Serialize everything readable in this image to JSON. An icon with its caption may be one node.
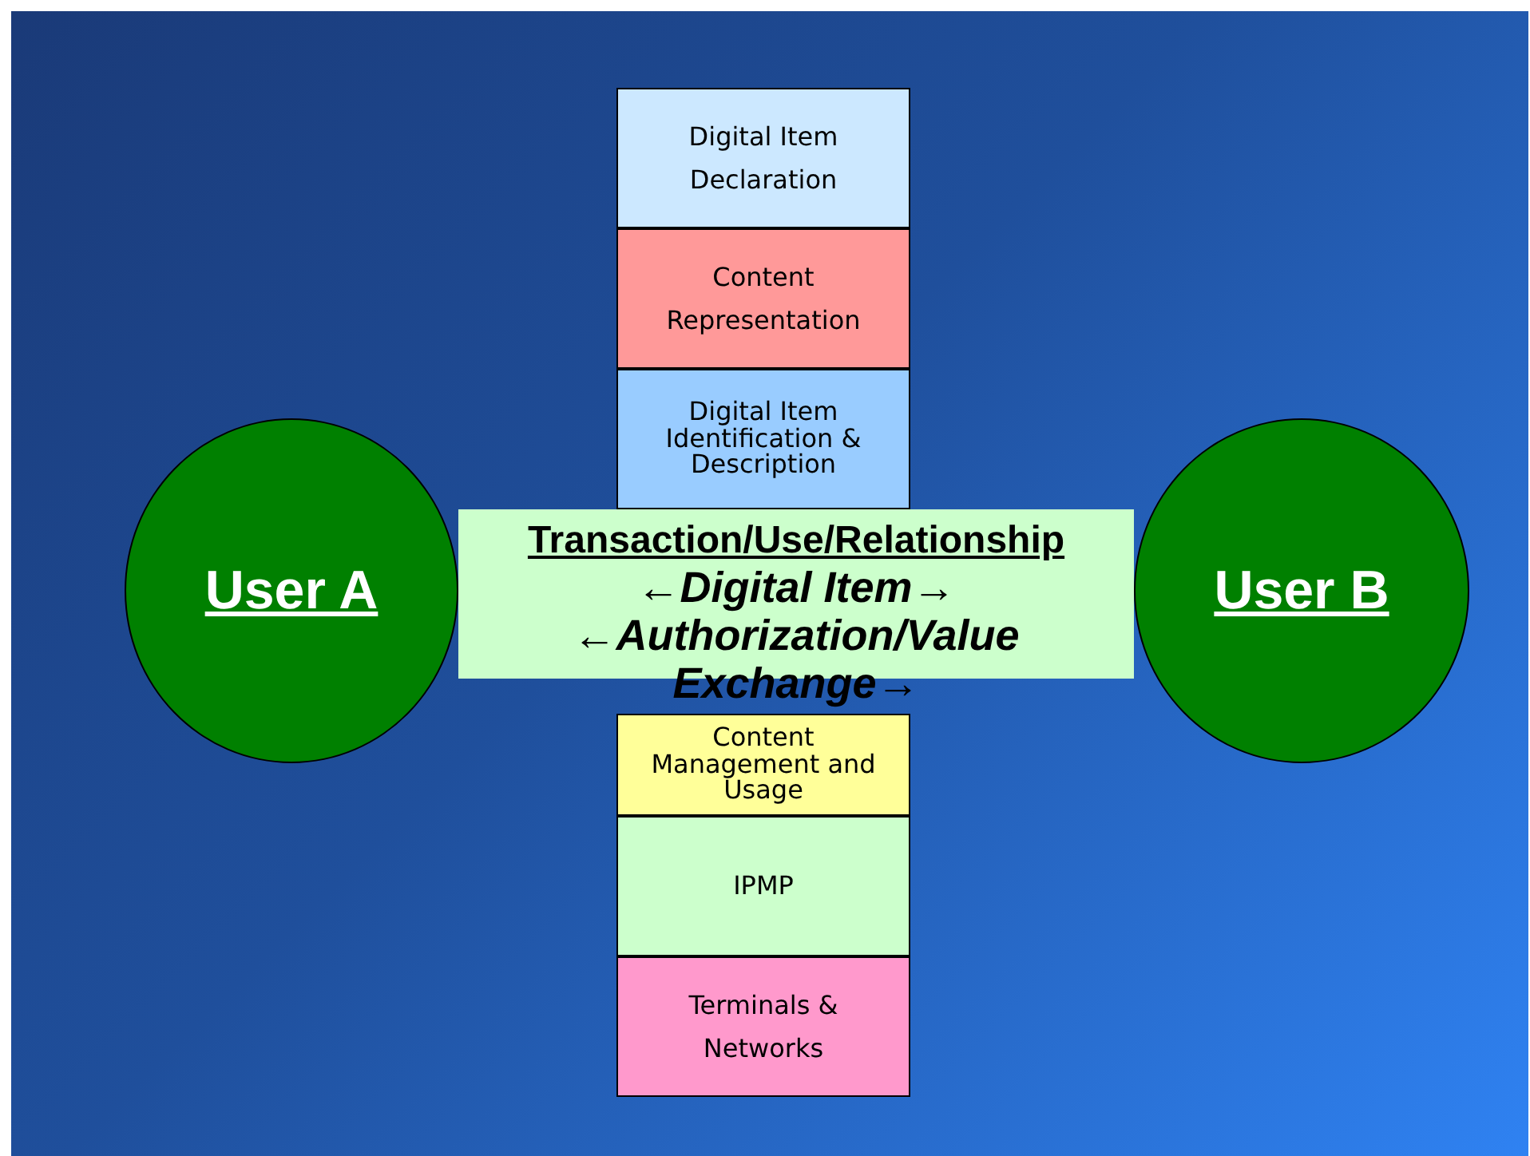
{
  "diagram": {
    "nodes": [
      {
        "text": [
          "Digital Item Declaration"
        ]
      },
      {
        "text": [
          "Content Representation"
        ]
      },
      {
        "text": [
          "Digital Item Identification & Description"
        ]
      },
      {
        "text": [
          "User A"
        ]
      },
      {
        "text": [
          "Transaction/Use/Relationship",
          "←Digital Item→",
          "←Authorization/Value Exchange→"
        ]
      },
      {
        "text": [
          "User B"
        ]
      },
      {
        "text": [
          "Content Management and Usage"
        ]
      },
      {
        "text": [
          "IPMP"
        ]
      },
      {
        "text": [
          "Terminals & Networks"
        ]
      }
    ],
    "edges": []
  }
}
